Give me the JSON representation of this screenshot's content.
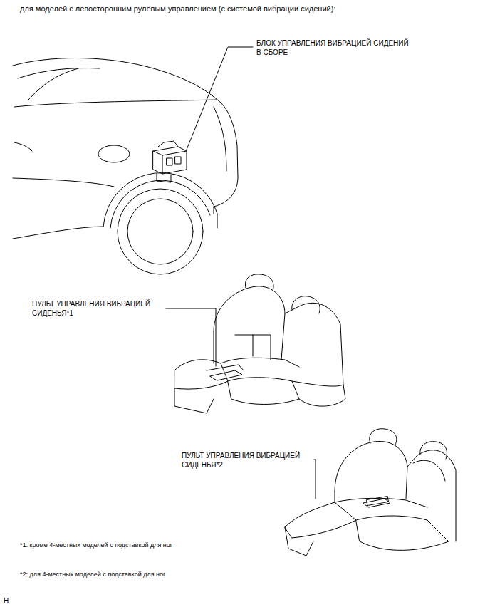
{
  "diagram": {
    "title": "для моделей с левосторонним рулевым управлением (с системой вибрации сидений):",
    "labels": [
      "БЛОК УПРАВЛЕНИЯ ВИБРАЦИЕЙ СИДЕНИЙ В СБОРЕ",
      "ПУЛЬТ УПРАВЛЕНИЯ ВИБРАЦИЕЙ СИДЕНЬЯ*1",
      "ПУЛЬТ УПРАВЛЕНИЯ ВИБРАЦИЕЙ СИДЕНЬЯ*2",
      "*1: кроме 4-местных моделей с подставкой для ног",
      "*2: для 4-местных моделей с подставкой для ног",
      "H"
    ]
  }
}
